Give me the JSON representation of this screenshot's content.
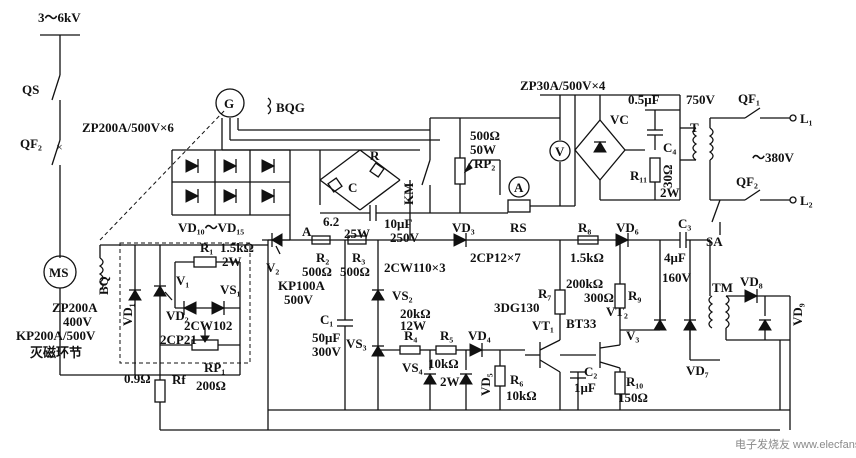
{
  "supply": {
    "voltage": "3～6kV",
    "qs": "QS",
    "qf2_left": "QF₂"
  },
  "motor": {
    "ms": "MS",
    "bq": "BQ",
    "model": "ZP200A",
    "volt": "400V",
    "thyristor": "KP200A/500V",
    "section": "灭磁环节"
  },
  "generator": {
    "g": "G",
    "bqg": "BQG",
    "bridge_diodes": "ZP200A/500V×6",
    "vd_range": "VD₁₀～VD₁₅"
  },
  "exciter": {
    "bridge": "ZP30A/500V×4",
    "vc": "VC",
    "v_meter": "V",
    "a_meter": "A",
    "rs": "RS",
    "km": "KM",
    "rp2_r": "500Ω",
    "rp2_w": "50W",
    "rp2": "RP₂"
  },
  "snubber": {
    "c": "C",
    "r": "R",
    "cap_label": "6.2",
    "cap_val": "10μF",
    "res_w": "25W",
    "volt": "250V"
  },
  "output": {
    "c_small": "0.5μF",
    "volt_750": "750V",
    "c4": "C₄",
    "r11": "R₁₁",
    "r11_val": "30Ω",
    "r11_w": "2W",
    "t": "T",
    "qf1": "QF₁",
    "l1": "L₁",
    "qf2": "QF₂",
    "l2": "L₂",
    "v380": "～380V",
    "sa": "SA"
  },
  "control": {
    "v2": "V₂",
    "kp": "KP100A",
    "kp_v": "500V",
    "a_node": "A",
    "r2": "R₂",
    "r2v": "500Ω",
    "r3": "R₃",
    "r3v": "500Ω",
    "c1": "C₁",
    "c1v": "50μF",
    "c1volt": "300V",
    "zener": "2CW110×3",
    "vs2": "VS₂",
    "vs3": "VS₃",
    "vd3": "VD₃",
    "diode_type": "2CP12×7",
    "r8": "R₈",
    "r8v": "1.5kΩ",
    "vd6": "VD₆",
    "c3": "C₃",
    "c3v": "4μF",
    "c3volt": "160V",
    "r7": "R₇",
    "r7v": "200kΩ",
    "r9v": "300Ω",
    "r9": "R₉",
    "bt": "BT33",
    "vt2": "VT₂",
    "vt1": "VT₁",
    "trans": "3DG130",
    "v3": "V₃",
    "tm": "TM",
    "vd8": "VD₈",
    "vd9": "VD₉",
    "vd7": "VD₇",
    "r4": "R₄",
    "r4v": "20kΩ",
    "r4w": "12W",
    "r5": "R₅",
    "r5v": "10kΩ",
    "vd4": "VD₄",
    "vs4": "VS₄",
    "r4w2": "2W",
    "vd5": "VD₅",
    "r6": "R₆",
    "r6v": "10kΩ",
    "c2": "C₂",
    "c2v": "1μF",
    "r10": "R₁₀",
    "r10v": "150Ω"
  },
  "demag": {
    "r1": "R₁",
    "r1v": "1.5kΩ",
    "r1w": "2W",
    "v1": "V₁",
    "vs1": "VS₁",
    "vd1": "VD₁",
    "vd2": "VD₂",
    "zener": "2CW102",
    "diode": "2CP21",
    "rp1": "RP₁",
    "rp1v": "200Ω",
    "rf_val": "0.9Ω",
    "rf": "Rf"
  },
  "watermark": "电子发烧友 www.elecfans.com"
}
